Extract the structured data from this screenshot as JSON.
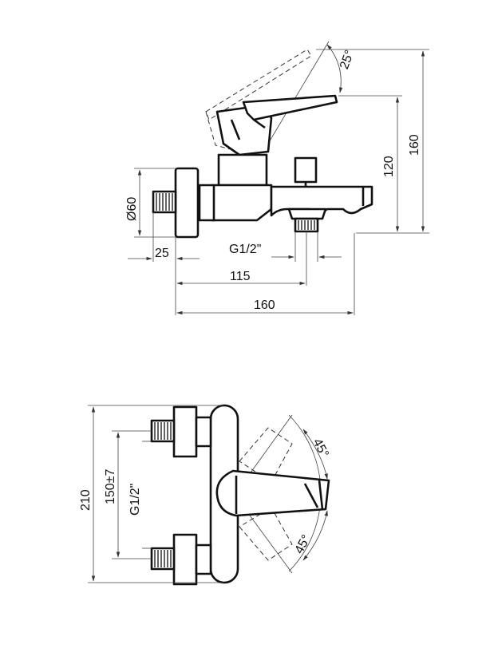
{
  "side_view": {
    "angle_label": "25°",
    "height_total_label": "160",
    "height_spout_label": "120",
    "diameter_label": "Ø60",
    "wall_offset_label": "25",
    "outlet_thread_label": "G1/2\"",
    "outlet_distance_label": "115",
    "length_label": "160"
  },
  "top_view": {
    "overall_height_label": "210",
    "centers_label": "150±7",
    "inlet_thread_label": "G1/2\"",
    "angle_upper_label": "45°",
    "angle_lower_label": "45°"
  }
}
